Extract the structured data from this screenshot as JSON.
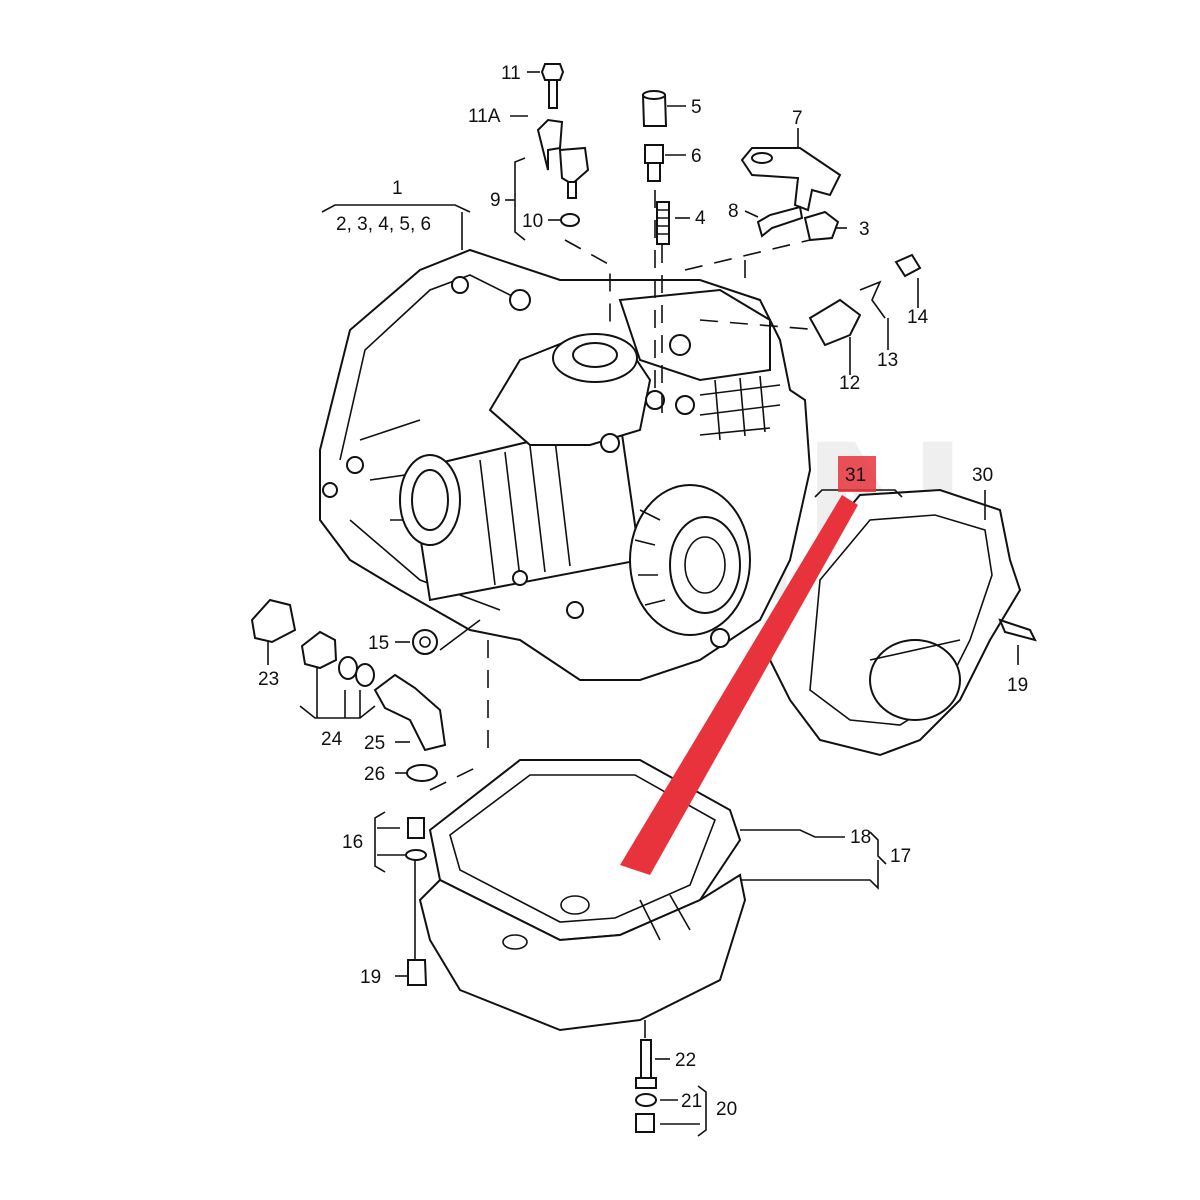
{
  "labels": {
    "l1": "1",
    "l1_sub": "2, 3, 4, 5, 6",
    "l3": "3",
    "l4": "4",
    "l5": "5",
    "l6": "6",
    "l7": "7",
    "l8": "8",
    "l9": "9",
    "l10": "10",
    "l11": "11",
    "l11a": "11A",
    "l12": "12",
    "l13": "13",
    "l14": "14",
    "l15": "15",
    "l16": "16",
    "l17": "17",
    "l18": "18",
    "l19a": "19",
    "l19b": "19",
    "l20": "20",
    "l21": "21",
    "l22": "22",
    "l23": "23",
    "l24": "24",
    "l25": "25",
    "l26": "26",
    "l30": "30",
    "l31": "31"
  },
  "watermark": "GGIN",
  "colors": {
    "highlight": "#e8323c",
    "line": "#111111",
    "watermark": "#d9d9d9"
  }
}
